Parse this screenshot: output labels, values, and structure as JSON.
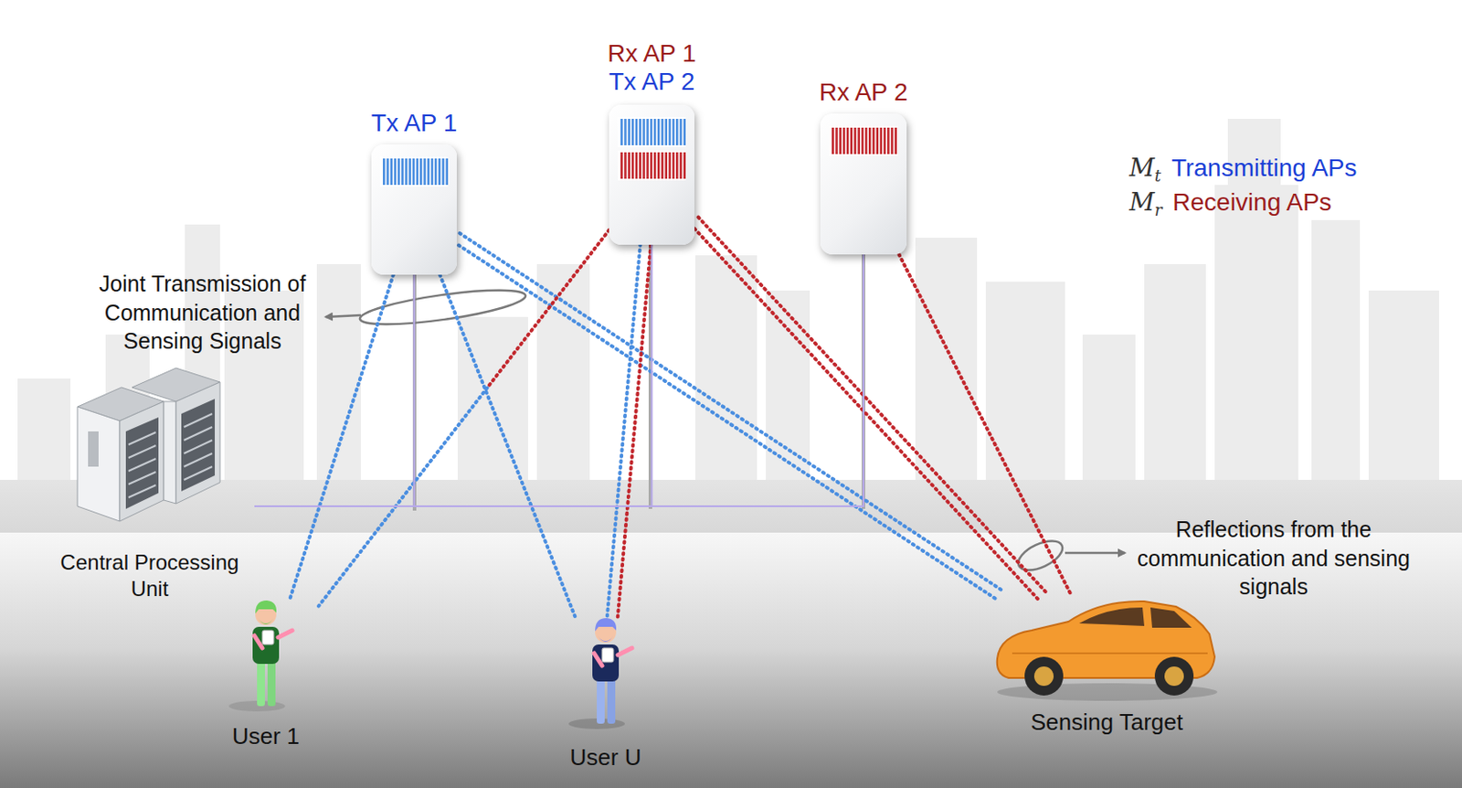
{
  "diagram": {
    "nodes": [
      {
        "text": [
          "Tx AP 1"
        ]
      },
      {
        "text": [
          "Rx AP 1",
          "Tx AP 2"
        ]
      },
      {
        "text": [
          "Rx AP 2"
        ]
      },
      {
        "text": [
          "Central Processing Unit"
        ]
      },
      {
        "text": [
          "User 1"
        ]
      },
      {
        "text": [
          "User U"
        ]
      },
      {
        "text": [
          "Sensing Target"
        ]
      }
    ],
    "edges": [
      {
        "from": 0,
        "to": 4,
        "arrow": "none"
      },
      {
        "from": 0,
        "to": 5,
        "arrow": "none"
      },
      {
        "from": 0,
        "to": 6,
        "arrow": "none"
      },
      {
        "from": 1,
        "to": 4,
        "arrow": "none"
      },
      {
        "from": 1,
        "to": 5,
        "arrow": "none"
      },
      {
        "from": 1,
        "to": 6,
        "arrow": "none"
      },
      {
        "from": 2,
        "to": 6,
        "arrow": "none"
      },
      {
        "from": 3,
        "to": 0,
        "arrow": "none"
      },
      {
        "from": 3,
        "to": 1,
        "arrow": "none"
      },
      {
        "from": 3,
        "to": 2,
        "arrow": "none"
      }
    ],
    "labels": [
      "Joint Transmission of Communication and Sensing Signals",
      "Reflections from the communication and sensing signals",
      "M",
      "t",
      "Transmitting APs",
      "M",
      "r",
      "Receiving APs"
    ]
  }
}
